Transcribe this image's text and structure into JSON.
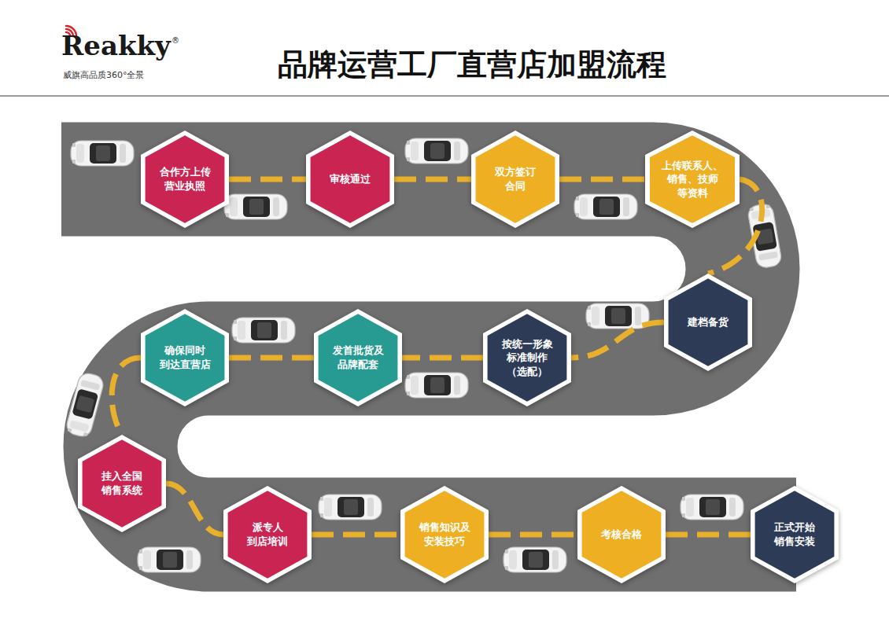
{
  "diagram": {
    "title": "品牌运营工厂直营店加盟流程",
    "nodes": [
      {
        "text": [
          "合作方上传 营业执照"
        ]
      },
      {
        "text": [
          "审核通过"
        ]
      },
      {
        "text": [
          "双方签订 合同"
        ]
      },
      {
        "text": [
          "上传联系人、 销售、技师 等资料"
        ]
      },
      {
        "text": [
          "建档备货"
        ]
      },
      {
        "text": [
          "按统一形象 标准制作 （选配）"
        ]
      },
      {
        "text": [
          "发首批货及 品牌配套"
        ]
      },
      {
        "text": [
          "确保同时 到达直营店"
        ]
      },
      {
        "text": [
          "挂入全国 销售系统"
        ]
      },
      {
        "text": [
          "派专人 到店培训"
        ]
      },
      {
        "text": [
          "销售知识及 安装技巧"
        ]
      },
      {
        "text": [
          "考核合格"
        ]
      },
      {
        "text": [
          "正式开始 销售安装"
        ]
      }
    ],
    "edges": [
      {
        "from": 0,
        "to": 1,
        "arrow": "none"
      },
      {
        "from": 1,
        "to": 2,
        "arrow": "none"
      },
      {
        "from": 2,
        "to": 3,
        "arrow": "none"
      },
      {
        "from": 3,
        "to": 4,
        "arrow": "none"
      },
      {
        "from": 4,
        "to": 5,
        "arrow": "none"
      },
      {
        "from": 5,
        "to": 6,
        "arrow": "none"
      },
      {
        "from": 6,
        "to": 7,
        "arrow": "none"
      },
      {
        "from": 7,
        "to": 8,
        "arrow": "none"
      },
      {
        "from": 8,
        "to": 9,
        "arrow": "none"
      },
      {
        "from": 9,
        "to": 10,
        "arrow": "none"
      },
      {
        "from": 10,
        "to": 11,
        "arrow": "none"
      },
      {
        "from": 11,
        "to": 12,
        "arrow": "none"
      }
    ],
    "labels": [
      "Reakky",
      "®",
      "威旗高品质360°全景"
    ]
  }
}
